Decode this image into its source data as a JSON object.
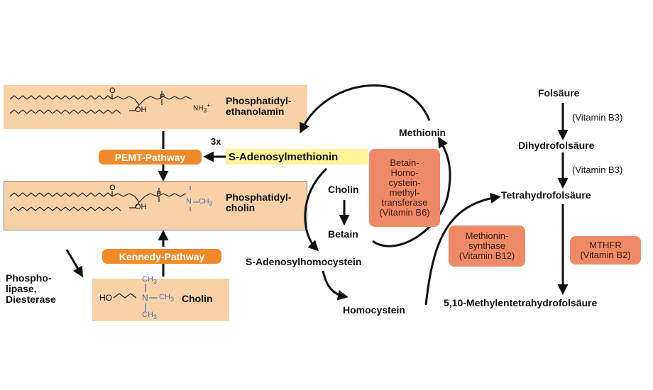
{
  "left": {
    "pe_label": "Phosphatidyl-\nethanolamin",
    "pc_label": "Phosphatidyl-\ncholin",
    "cholin_label": "Cholin",
    "pemt": "PEMT-Pathway",
    "kennedy": "Kennedy-Pathway",
    "phospholipase": "Phospho-\nlipase,\nDiesterase",
    "times": "3x",
    "mol": {
      "nh3": "NH",
      "plus": "+",
      "three": "3",
      "ho": "HO",
      "ch3": "CH",
      "three_sub": "3",
      "n": "N",
      "oh": "OH",
      "o": "O",
      "p": "P"
    }
  },
  "middle": {
    "sam": "S-Adenosylmethionin",
    "methionin": "Methionin",
    "bhmt": "Betain-\nHomo-\ncystein-\nmethyl-\ntransferase\n(Vitamin B6)",
    "cholin": "Cholin",
    "betain": "Betain",
    "sah": "S-Adenosylhomocystein",
    "homocystein": "Homocystein",
    "ms": "Methionin-\nsynthase\n(Vitamin B12)"
  },
  "right": {
    "folsaeure": "Folsäure",
    "vit_b3_a": "(Vitamin B3)",
    "dihydro": "Dihydrofolsäure",
    "vit_b3_b": "(Vitamin B3)",
    "tetrahydro": "Tetrahydrofolsäure",
    "mthfr": "MTHFR\n(Vitamin B2)",
    "methylene": "5,10-Methylentetrahydrofolsäure"
  },
  "colors": {
    "peach": "#f9d1a8",
    "salmon": "#ee8a66",
    "orange": "#f08a2a",
    "yellow": "#fff49a",
    "blue": "#4a6fb5"
  }
}
